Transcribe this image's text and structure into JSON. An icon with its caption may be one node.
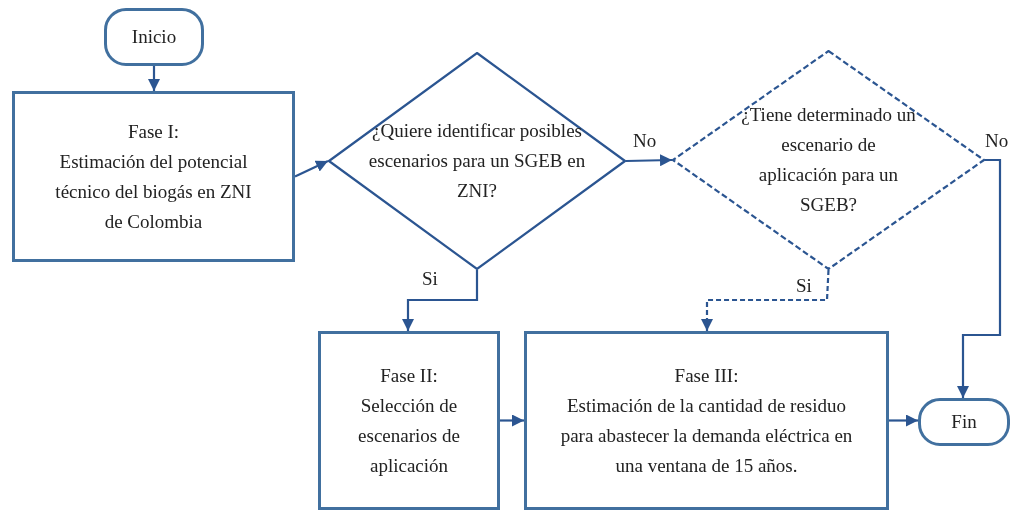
{
  "diagram": {
    "nodes": [
      {
        "text": [
          "Inicio"
        ]
      },
      {
        "text": [
          "Fase I:",
          "Estimación del potencial técnico del biogás en ZNI de Colombia"
        ]
      },
      {
        "text": [
          "¿Quiere identificar posibles escenarios para un SGEB en ZNI?"
        ]
      },
      {
        "text": [
          "¿Tiene determinado un escenario de aplicación para un SGEB?"
        ]
      },
      {
        "text": [
          "Fase II:",
          "Selección de escenarios de aplicación"
        ]
      },
      {
        "text": [
          "Fase III:",
          "Estimación de la cantidad de residuo para abastecer la demanda eléctrica en una ventana de 15 años."
        ]
      },
      {
        "text": [
          "Fin"
        ]
      }
    ],
    "edges": [
      {
        "from": 0,
        "to": 1,
        "arrow": "to"
      },
      {
        "from": 1,
        "to": 2,
        "arrow": "to"
      },
      {
        "from": 2,
        "to": 3,
        "arrow": "to",
        "label": "No"
      },
      {
        "from": 2,
        "to": 4,
        "arrow": "to",
        "label": "Si"
      },
      {
        "from": 3,
        "to": 5,
        "arrow": "to",
        "label": "Si",
        "style": "dashed"
      },
      {
        "from": 3,
        "to": 6,
        "arrow": "to",
        "label": "No"
      },
      {
        "from": 4,
        "to": 5,
        "arrow": "to"
      },
      {
        "from": 5,
        "to": 6,
        "arrow": "to"
      }
    ]
  }
}
